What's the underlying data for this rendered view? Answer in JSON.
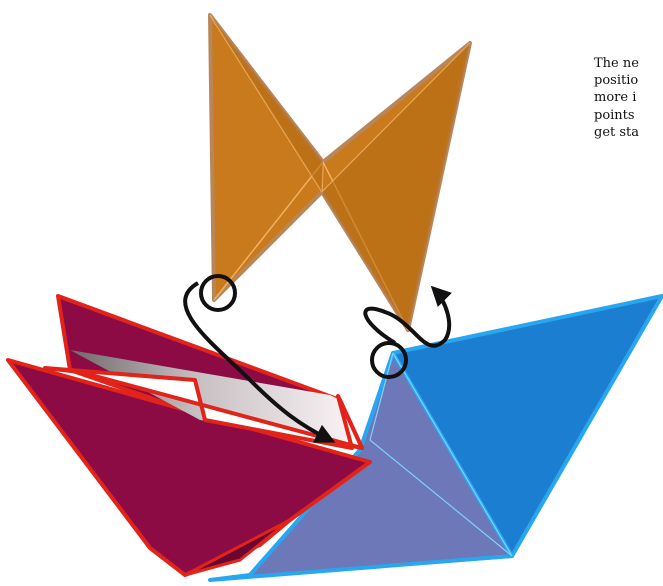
{
  "caption": {
    "lines": [
      "The ne",
      "positio",
      "more i",
      "points",
      "get sta"
    ]
  },
  "colors": {
    "brown_fill": "#c87a1c",
    "brown_stroke": "#b9865a",
    "crimson_fill": "#8c0b45",
    "red_stroke": "#e2231a",
    "blue_fill": "#1c7ed1",
    "blue_stroke": "#29a6f0",
    "lavender_fill": "#6c78b8",
    "arrow": "#111111"
  },
  "icons": {
    "left_marker": "loop-arrow-icon",
    "right_marker": "loop-arrow-icon"
  }
}
